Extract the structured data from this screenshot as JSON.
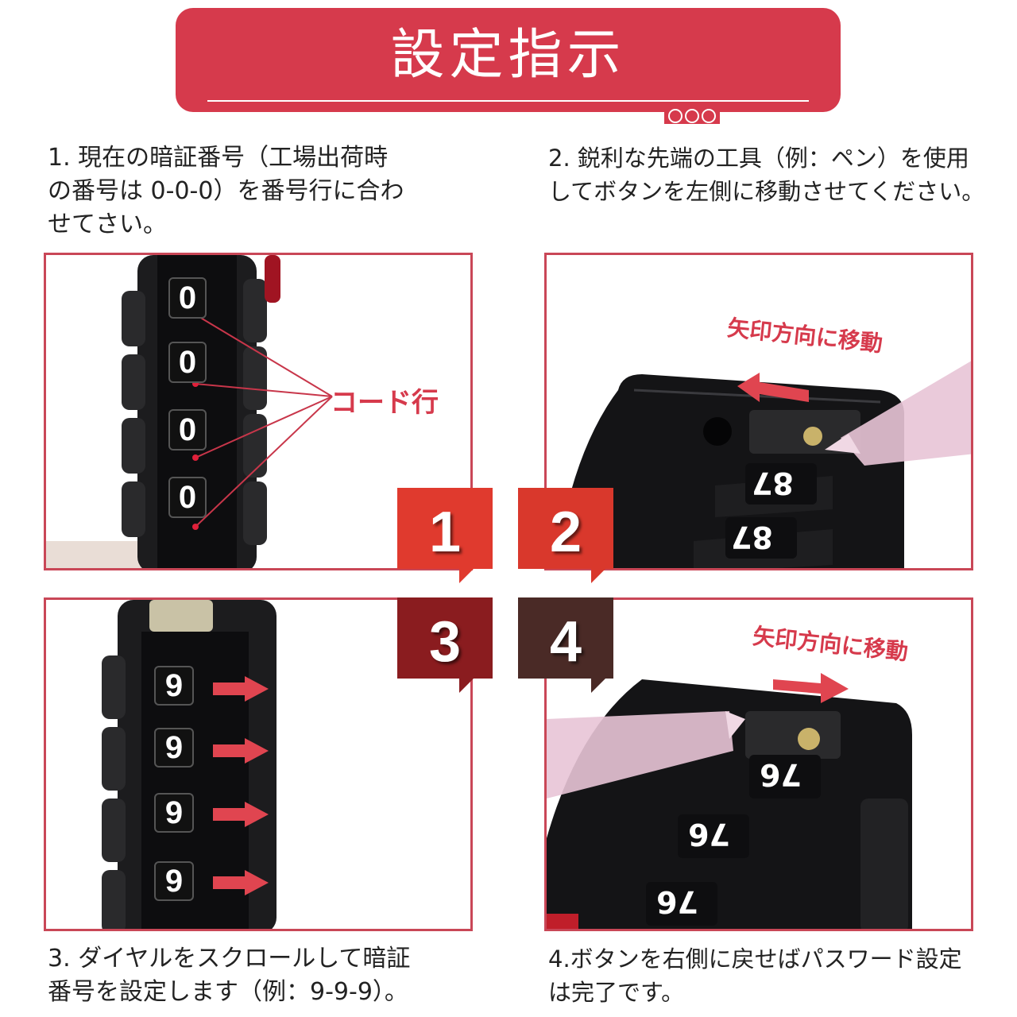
{
  "title": "設定指示",
  "colors": {
    "accent": "#d63a4c",
    "badge1": "#e03a2e",
    "badge2": "#d9382c",
    "badge3": "#8a1c1f",
    "badge4": "#4a2a26"
  },
  "steps": [
    {
      "number": "1",
      "text": "1. 現在の暗証番号（工場出荷時\n の番号は 0-0-0）を番号行に合わ\nせてさい。"
    },
    {
      "number": "2",
      "text": "2. 鋭利な先端の工具（例：ペン）を使用\nしてボタンを左側に移動させてください。"
    },
    {
      "number": "3",
      "text": "3. ダイヤルをスクロールして暗証\n    番号を設定します（例：9-9-9）。"
    },
    {
      "number": "4",
      "text": "4.ボタンを右側に戻せばパスワード設定\nは完了です。"
    }
  ],
  "panel1": {
    "digits": [
      "0",
      "0",
      "0",
      "0"
    ],
    "label": "コード行"
  },
  "panel2": {
    "label": "矢印方向に移動",
    "digits": [
      "8",
      "7"
    ]
  },
  "panel3": {
    "digits": [
      "9",
      "9",
      "9",
      "9"
    ]
  },
  "panel4": {
    "label": "矢印方向に移動",
    "digits": [
      "7",
      "6"
    ]
  }
}
